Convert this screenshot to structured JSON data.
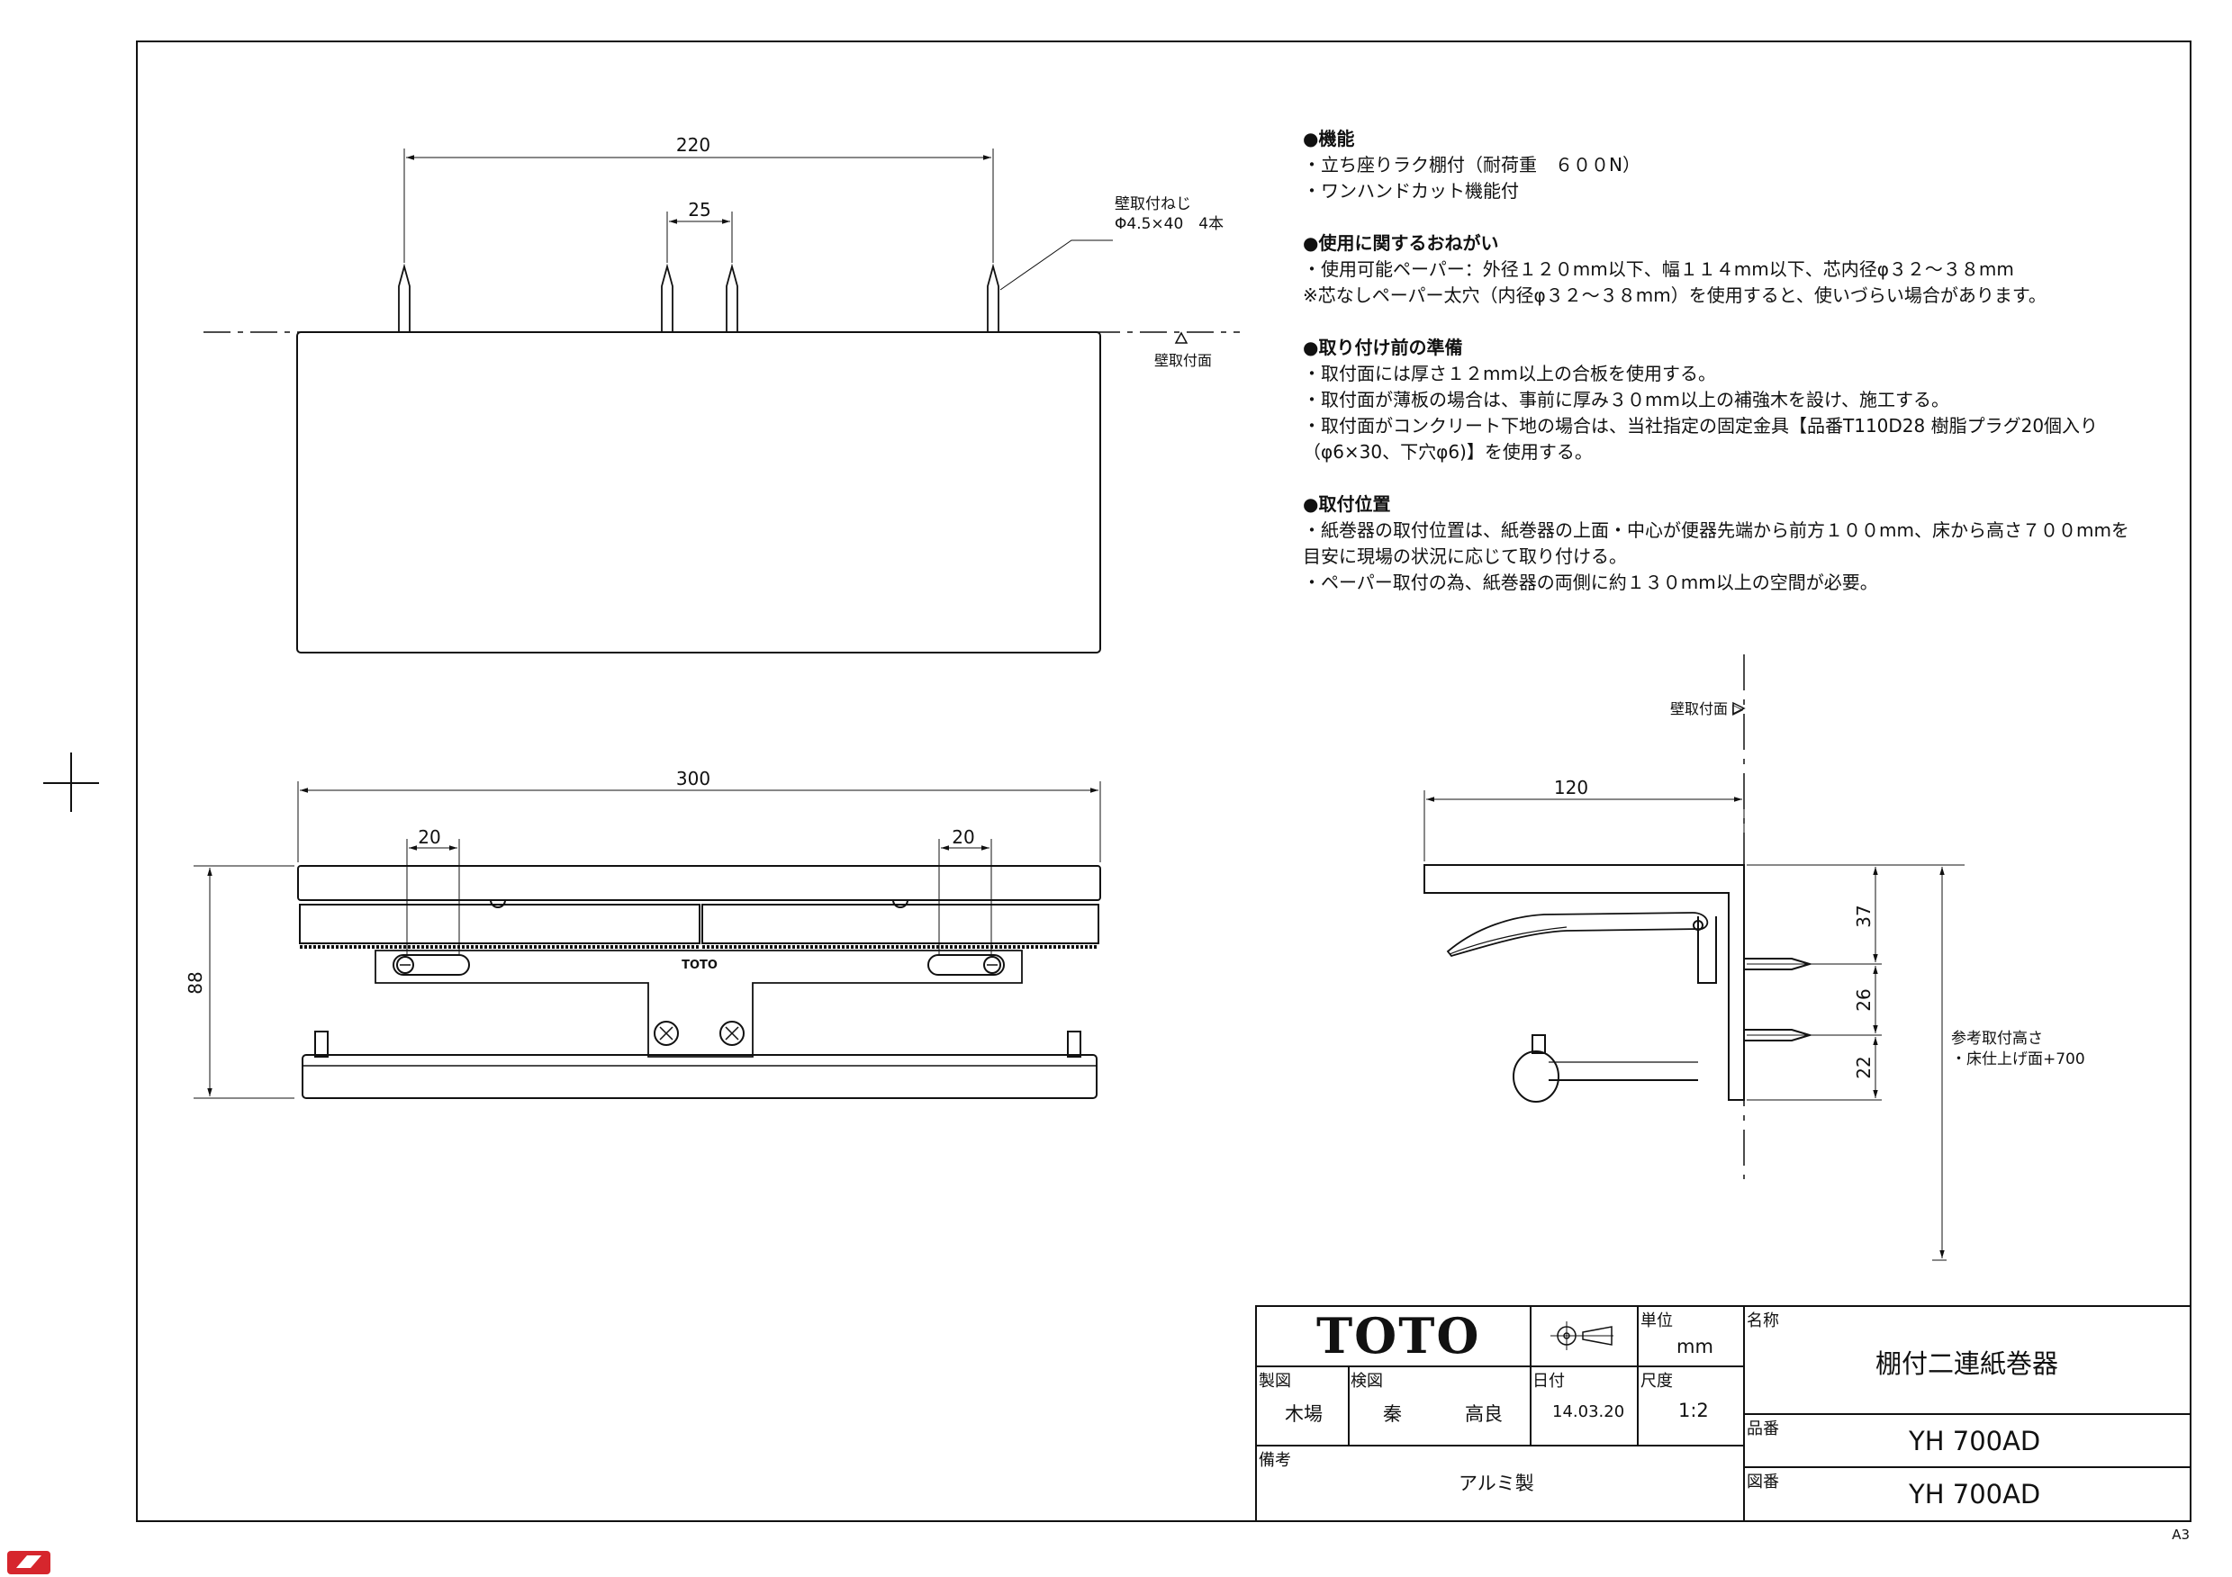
{
  "top_view": {
    "dim_overall": "220",
    "dim_center": "25",
    "screw_callout_title": "壁取付ねじ",
    "screw_callout_spec": "Φ4.5×40　4本",
    "wall_face_label": "壁取付面"
  },
  "front_view": {
    "dim_width": "300",
    "dim_left_slot": "20",
    "dim_right_slot": "20",
    "dim_height": "88",
    "brand_mark": "TOTO"
  },
  "side_view": {
    "wall_face_label": "壁取付面 ▷",
    "dim_depth": "120",
    "dim_upper": "37",
    "dim_middle": "26",
    "dim_lower": "22",
    "ref_height_title": "参考取付高さ",
    "ref_height_value": "・床仕上げ面+700"
  },
  "notes": {
    "functions": {
      "heading": "●機能",
      "items": [
        "・立ち座りラク棚付（耐荷重　６００N）",
        "・ワンハンドカット機能付"
      ]
    },
    "requests": {
      "heading": "●使用に関するおねがい",
      "items": [
        "・使用可能ペーパー：外径１２０mm以下、幅１１４mm以下、芯内径φ３２～３８mm",
        "※芯なしペーパー太穴（内径φ３２～３８mm）を使用すると、使いづらい場合があります。"
      ]
    },
    "preparation": {
      "heading": "●取り付け前の準備",
      "items": [
        "・取付面には厚さ１２mm以上の合板を使用する。",
        "・取付面が薄板の場合は、事前に厚み３０mm以上の補強木を設け、施工する。",
        "・取付面がコンクリート下地の場合は、当社指定の固定金具【品番T110D28 樹脂プラグ20個入り",
        "（φ6×30、下穴φ6)】を使用する。"
      ]
    },
    "position": {
      "heading": "●取付位置",
      "items": [
        "・紙巻器の取付位置は、紙巻器の上面・中心が便器先端から前方１００mm、床から高さ７００mmを",
        "目安に現場の状況に応じて取り付ける。",
        "・ペーパー取付の為、紙巻器の両側に約１３０mm以上の空間が必要。"
      ]
    }
  },
  "title_block": {
    "logo": "TOTO",
    "unit_label": "単位",
    "unit_value": "mm",
    "drawn_label": "製図",
    "drawn_value": "木場",
    "checked_label": "検図",
    "checked_value_1": "秦",
    "checked_value_2": "高良",
    "date_label": "日付",
    "date_value": "14.03.20",
    "scale_label": "尺度",
    "scale_value": "1:2",
    "remarks_label": "備考",
    "remarks_value": "アルミ製",
    "name_label": "名称",
    "name_value": "棚付二連紙巻器",
    "product_no_label": "品番",
    "product_no_value": "YH 700AD",
    "drawing_no_label": "図番",
    "drawing_no_value": "YH 700AD"
  },
  "paper_size": "A3"
}
